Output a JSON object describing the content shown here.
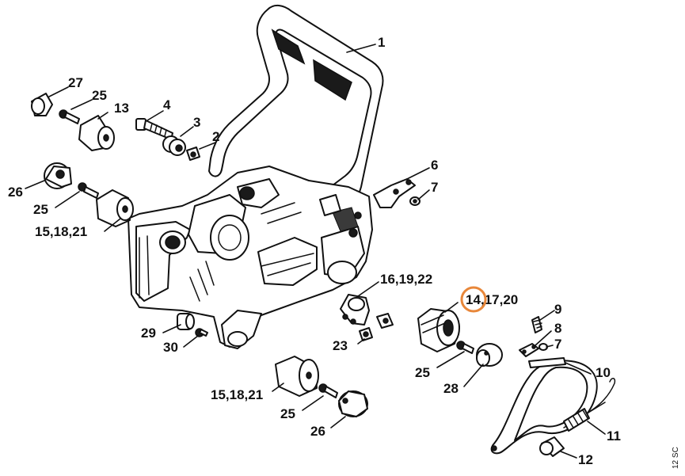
{
  "labels": {
    "l1": "1",
    "l2": "2",
    "l3": "3",
    "l4": "4",
    "l6": "6",
    "l7a": "7",
    "l7b": "7",
    "l8": "8",
    "l9": "9",
    "l10": "10",
    "l11": "11",
    "l12": "12",
    "l13": "13",
    "l14a": "14",
    "l14b": ",17,20",
    "l16": "16,19,22",
    "l23": "23",
    "l25a": "25",
    "l25b": "25",
    "l25c": "25",
    "l25d": "25",
    "l26a": "26",
    "l26b": "26",
    "l27": "27",
    "l28": "28",
    "l29": "29",
    "l30": "30",
    "l15a": "15,18,21",
    "l15b": "15,18,21"
  },
  "drawing_code": "12 SC",
  "highlight_color": "#e8873a"
}
